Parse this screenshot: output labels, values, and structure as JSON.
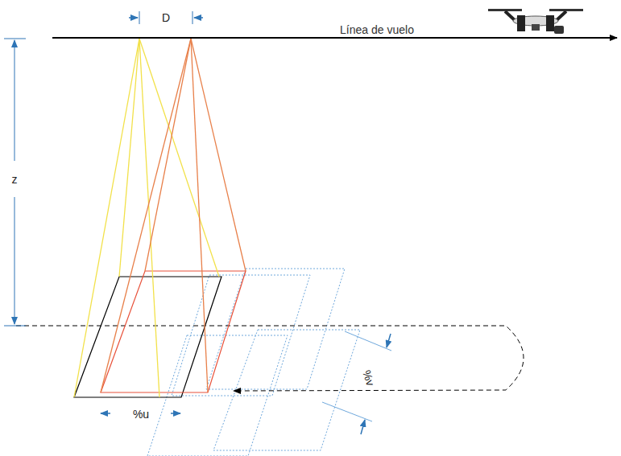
{
  "diagram": {
    "labels": [
      "D",
      "Línea de vuelo",
      "z",
      "%u",
      "%v"
    ]
  }
}
